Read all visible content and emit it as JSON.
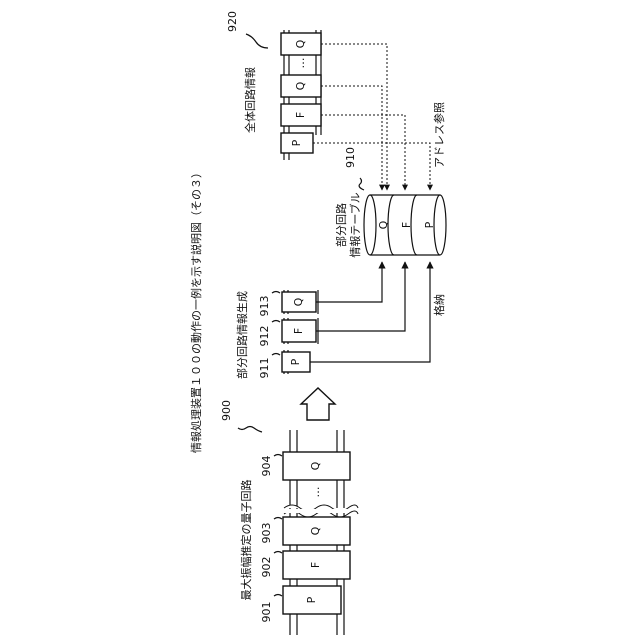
{
  "figure": {
    "caption": "情報処理装置１００の動作の一例を示す説明図（その３）"
  },
  "circuit": {
    "ref": "900",
    "title": "最大振幅推定の量子回路",
    "gates": [
      {
        "num": "901",
        "label": "P"
      },
      {
        "num": "902",
        "label": "F"
      },
      {
        "num": "903",
        "label": "Q"
      },
      {
        "num": "904",
        "label": "Q"
      }
    ],
    "ellipsis": "…"
  },
  "partial": {
    "title": "部分回路情報生成",
    "gates": [
      {
        "num": "911",
        "label": "P"
      },
      {
        "num": "912",
        "label": "F"
      },
      {
        "num": "913",
        "label": "Q"
      }
    ]
  },
  "table": {
    "ref": "910",
    "title_line1": "部分回路",
    "title_line2": "情報テーブル",
    "cells": [
      "Q",
      "F",
      "P"
    ],
    "store_label": "格納",
    "address_label": "アドレス参照"
  },
  "whole": {
    "ref": "920",
    "title": "全体回路情報",
    "gates": [
      "P",
      "F",
      "Q",
      "Q"
    ],
    "ellipsis": "…"
  }
}
